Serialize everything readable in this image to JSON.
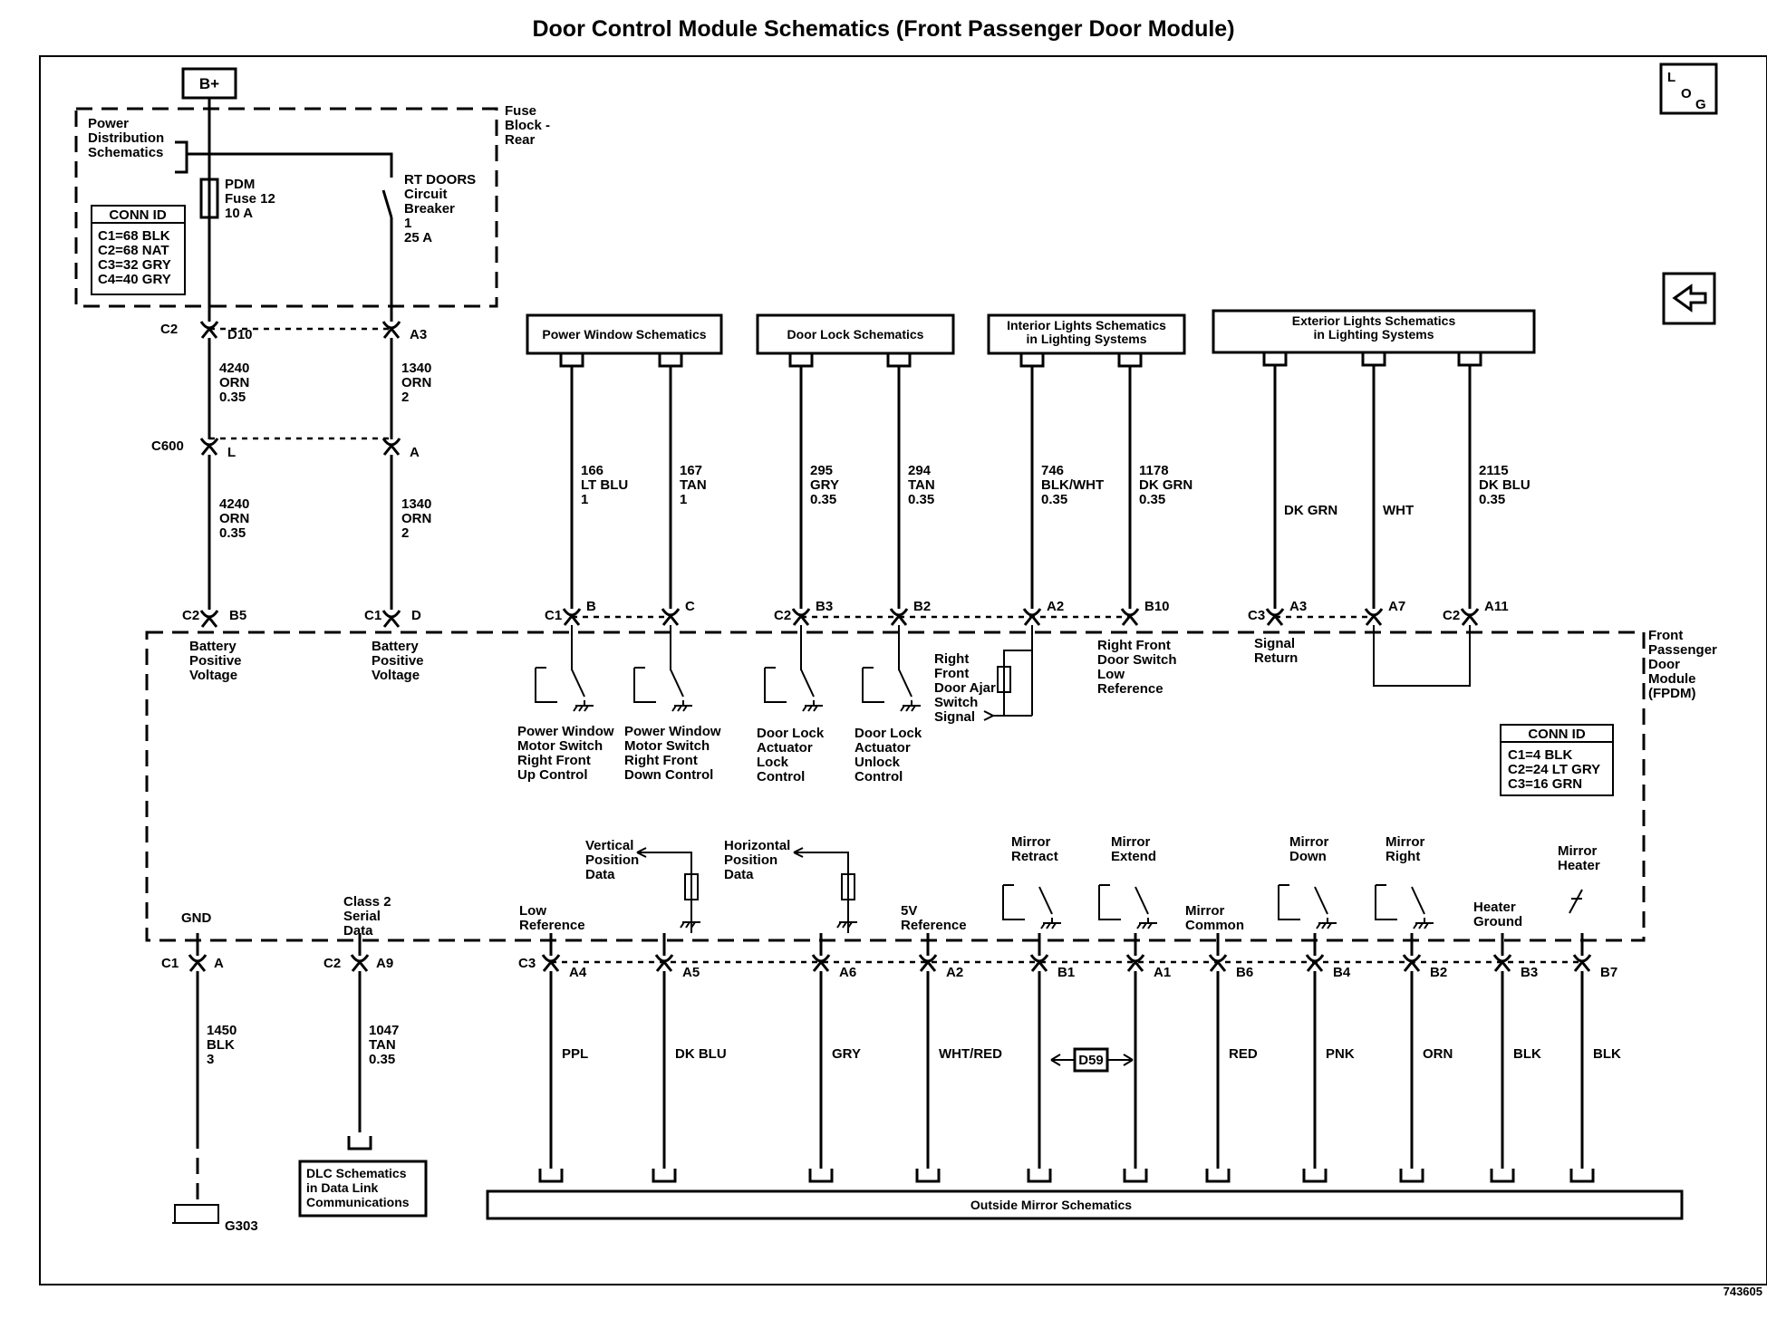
{
  "title": "Door Control Module Schematics (Front Passenger Door Module)",
  "figure_number": "743605",
  "symbols": {
    "logo": "L O G",
    "back_arrow_icon": "left-arrow-icon"
  },
  "power": {
    "battery": "B+",
    "fuse_block": [
      "Fuse",
      "Block -",
      "Rear"
    ],
    "power_dist": [
      "Power",
      "Distribution",
      "Schematics"
    ],
    "pdm_fuse": [
      "PDM",
      "Fuse 12",
      "10 A"
    ],
    "breaker": [
      "RT DOORS",
      "Circuit",
      "Breaker",
      "1",
      "25 A"
    ],
    "conn_id_title": "CONN ID",
    "conn_id_lines": [
      "C1=68 BLK",
      "C2=68 NAT",
      "C3=32 GRY",
      "C4=40 GRY"
    ]
  },
  "fpdm": {
    "label": [
      "Front",
      "Passenger",
      "Door",
      "Module",
      "(FPDM)"
    ],
    "conn_id_title": "CONN ID",
    "conn_id_lines": [
      "C1=4 BLK",
      "C2=24 LT GRY",
      "C3=16 GRN"
    ]
  },
  "feed_circuits": [
    {
      "top_conn": "C2",
      "top_pin": "D10",
      "wire_a": [
        "4240",
        "ORN",
        "0.35"
      ],
      "mid_conn": "C600",
      "mid_pin": "L",
      "wire_b": [
        "4240",
        "ORN",
        "0.35"
      ],
      "bot_conn": "C2",
      "bot_pin": "B5",
      "function": [
        "Battery",
        "Positive",
        "Voltage"
      ]
    },
    {
      "top_conn": "",
      "top_pin": "A3",
      "wire_a": [
        "1340",
        "ORN",
        "2"
      ],
      "mid_conn": "",
      "mid_pin": "A",
      "wire_b": [
        "1340",
        "ORN",
        "2"
      ],
      "bot_conn": "C1",
      "bot_pin": "D",
      "function": [
        "Battery",
        "Positive",
        "Voltage"
      ]
    }
  ],
  "top_boxes": [
    {
      "label": [
        "Power Window Schematics"
      ]
    },
    {
      "label": [
        "Door Lock Schematics"
      ]
    },
    {
      "label": [
        "Interior Lights Schematics",
        "in Lighting Systems"
      ]
    },
    {
      "label": [
        "Exterior Lights Schematics",
        "in Lighting Systems"
      ]
    }
  ],
  "top_circuits": [
    {
      "wire": [
        "166",
        "LT BLU",
        "1"
      ],
      "conn": "C1",
      "pin": "B",
      "function": [
        "Power Window",
        "Motor Switch",
        "Right Front",
        "Up Control"
      ]
    },
    {
      "wire": [
        "167",
        "TAN",
        "1"
      ],
      "conn": "",
      "pin": "C",
      "function": [
        "Power Window",
        "Motor Switch",
        "Right Front",
        "Down Control"
      ]
    },
    {
      "wire": [
        "295",
        "GRY",
        "0.35"
      ],
      "conn": "C2",
      "pin": "B3",
      "function": [
        "Door Lock",
        "Actuator",
        "Lock",
        "Control"
      ]
    },
    {
      "wire": [
        "294",
        "TAN",
        "0.35"
      ],
      "conn": "",
      "pin": "B2",
      "function": [
        "Door Lock",
        "Actuator",
        "Unlock",
        "Control"
      ]
    },
    {
      "wire": [
        "746",
        "BLK/WHT",
        "0.35"
      ],
      "conn": "",
      "pin": "A2",
      "function": [
        "Right",
        "Front",
        "Door Ajar",
        "Switch",
        "Signal"
      ]
    },
    {
      "wire": [
        "1178",
        "DK GRN",
        "0.35"
      ],
      "conn": "",
      "pin": "B10",
      "function": [
        "Right Front",
        "Door Switch",
        "Low",
        "Reference"
      ]
    },
    {
      "wire": [
        "DK GRN"
      ],
      "conn": "C3",
      "pin": "A3",
      "function": [
        "Signal",
        "Return"
      ]
    },
    {
      "wire": [
        "WHT"
      ],
      "conn": "",
      "pin": "A7",
      "function": []
    },
    {
      "wire": [
        "2115",
        "DK BLU",
        "0.35"
      ],
      "conn": "C2",
      "pin": "A11",
      "function": []
    }
  ],
  "bottom_left": [
    {
      "function": [
        "GND"
      ],
      "conn": "C1",
      "pin": "A",
      "wire": [
        "1450",
        "BLK",
        "3"
      ],
      "ground": "G303"
    },
    {
      "function": [
        "Class 2",
        "Serial",
        "Data"
      ],
      "conn": "C2",
      "pin": "A9",
      "wire": [
        "1047",
        "TAN",
        "0.35"
      ],
      "box": [
        "DLC Schematics",
        "in Data Link",
        "Communications"
      ]
    }
  ],
  "mirror_circuits": [
    {
      "function": [
        "Low",
        "Reference"
      ],
      "conn": "C3",
      "pin": "A4",
      "wire": "PPL"
    },
    {
      "function": [
        "Vertical",
        "Position",
        "Data"
      ],
      "conn": "",
      "pin": "A5",
      "wire": "DK BLU"
    },
    {
      "function": [
        "Horizontal",
        "Position",
        "Data"
      ],
      "conn": "",
      "pin": "A6",
      "wire": "GRY"
    },
    {
      "function": [
        "5V",
        "Reference"
      ],
      "conn": "",
      "pin": "A2",
      "wire": "WHT/RED"
    },
    {
      "function": [
        "Mirror",
        "Retract"
      ],
      "conn": "",
      "pin": "B1",
      "wire": ""
    },
    {
      "function": [
        "Mirror",
        "Extend"
      ],
      "conn": "",
      "pin": "A1",
      "wire": ""
    },
    {
      "function": [
        "Mirror",
        "Common"
      ],
      "conn": "",
      "pin": "B6",
      "wire": "RED"
    },
    {
      "function": [
        "Mirror",
        "Down"
      ],
      "conn": "",
      "pin": "B4",
      "wire": "PNK"
    },
    {
      "function": [
        "Mirror",
        "Right"
      ],
      "conn": "",
      "pin": "B2",
      "wire": "ORN"
    },
    {
      "function": [
        "Heater",
        "Ground"
      ],
      "conn": "",
      "pin": "B3",
      "wire": "BLK"
    },
    {
      "function": [
        "Mirror",
        "Heater"
      ],
      "conn": "",
      "pin": "B7",
      "wire": "BLK"
    }
  ],
  "d59": "D59",
  "outside_mirror": "Outside Mirror Schematics"
}
